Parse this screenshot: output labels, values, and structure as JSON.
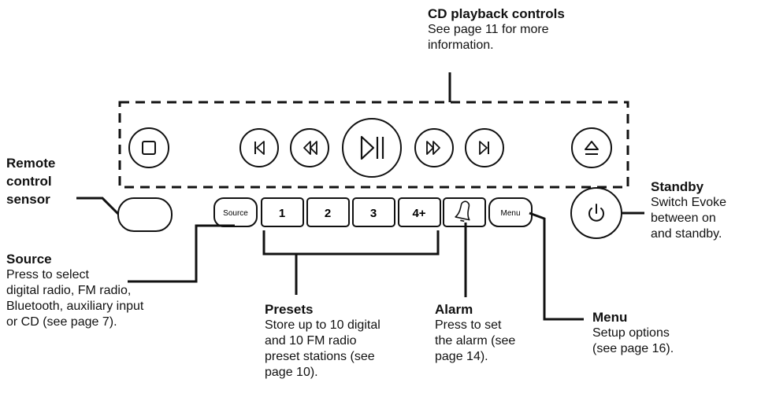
{
  "callouts": {
    "cd_controls": {
      "title": "CD playback controls",
      "lines": [
        "See page 11 for more",
        "information."
      ]
    },
    "remote_sensor": {
      "title_lines": [
        "Remote",
        "control",
        "sensor"
      ]
    },
    "source": {
      "title": "Source",
      "lines": [
        "Press to select",
        "digital radio, FM radio,",
        "Bluetooth, auxiliary input",
        "or CD (see page 7)."
      ]
    },
    "presets": {
      "title": "Presets",
      "lines": [
        "Store up to 10 digital",
        "and 10 FM radio",
        "preset stations (see",
        "page 10)."
      ]
    },
    "alarm": {
      "title": "Alarm",
      "lines": [
        "Press to set",
        "the alarm (see",
        "page 14)."
      ]
    },
    "menu": {
      "title": "Menu",
      "lines": [
        "Setup options",
        "(see page 16)."
      ]
    },
    "standby": {
      "title": "Standby",
      "lines": [
        "Switch Evoke",
        "between on",
        "and standby."
      ]
    }
  },
  "buttons": {
    "source": "Source",
    "preset_1": "1",
    "preset_2": "2",
    "preset_3": "3",
    "preset_4": "4+",
    "menu": "Menu"
  },
  "icons": {
    "cd": [
      "stop-icon",
      "skip-back-icon",
      "rewind-icon",
      "play-pause-icon",
      "fast-forward-icon",
      "skip-forward-icon",
      "eject-icon"
    ],
    "alarm": "bell-icon",
    "standby": "power-icon"
  }
}
